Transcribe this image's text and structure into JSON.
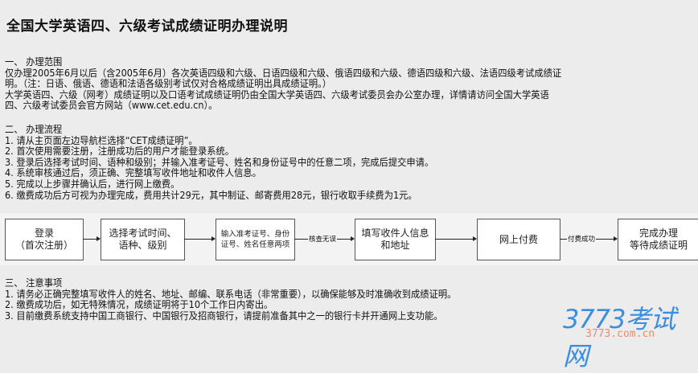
{
  "title": "全国大学英语四、六级考试成绩证明办理说明",
  "section1": {
    "heading": "一、  办理范围",
    "lines": [
      "仅办理2005年6月以后（含2005年6月）各次英语四级和六级、日语四级和六级、俄语四级和六级、德语四级和六级、法语四级考试成绩证",
      "明。（注：日语、俄语、德语和法语各级别考试仅对合格成绩证明出具成绩证明。）",
      "大学英语四、六级（网考）成绩证明以及口语考试成绩证明仍由全国大学英语四、六级考试委员会办公室办理，详情请访问全国大学英语",
      "四、六级考试委员会官方网站（www.cet.edu.cn）。"
    ]
  },
  "section2": {
    "heading": "二、  办理流程",
    "lines": [
      "1. 请从主页面左边导航栏选择“CET成绩证明”。",
      "2. 首次使用需要注册，注册成功后的用户才能登录系统。",
      "3. 登录后选择考试时间、语种和级别；并输入准考证号、姓名和身份证号中的任意二项，完成后提交申请。",
      "4. 系统审核通过后，须正确、完整填写收件地址和收件人信息。",
      "5. 完成以上步骤并确认后，进行网上缴费。",
      "6. 缴费成功后方可视为办理完成，费用共计29元，其中制证、邮寄费用28元，银行收取手续费为1元。"
    ]
  },
  "flow": {
    "steps": [
      [
        "登录",
        "（首次注册）"
      ],
      [
        "选择考试时间、",
        "语种、级别"
      ],
      [
        "输入准考证号、身份",
        "证号、姓名任意两项"
      ],
      [
        "填写收件人信息",
        "和地址"
      ],
      [
        "网上付费"
      ],
      [
        "完成办理",
        "等待成绩证明"
      ]
    ],
    "arrow_labels": [
      "",
      "",
      "核查无误",
      "",
      "付费成功"
    ]
  },
  "section3": {
    "heading": "三、  注意事项",
    "lines": [
      "1. 请务必正确完整填写收件人的姓名、地址、邮编、联系电话（非常重要），以确保能够及时准确收到成绩证明。",
      "2. 缴费成功后，如无特殊情况，成绩证明将于10个工作日内寄出。",
      "3. 目前缴费系统支持中国工商银行、中国银行及招商银行，请提前准备其中之一的银行卡并开通网上支功能。"
    ]
  },
  "watermark": {
    "brand": "3773考试网",
    "url": "3773.com.cn"
  }
}
